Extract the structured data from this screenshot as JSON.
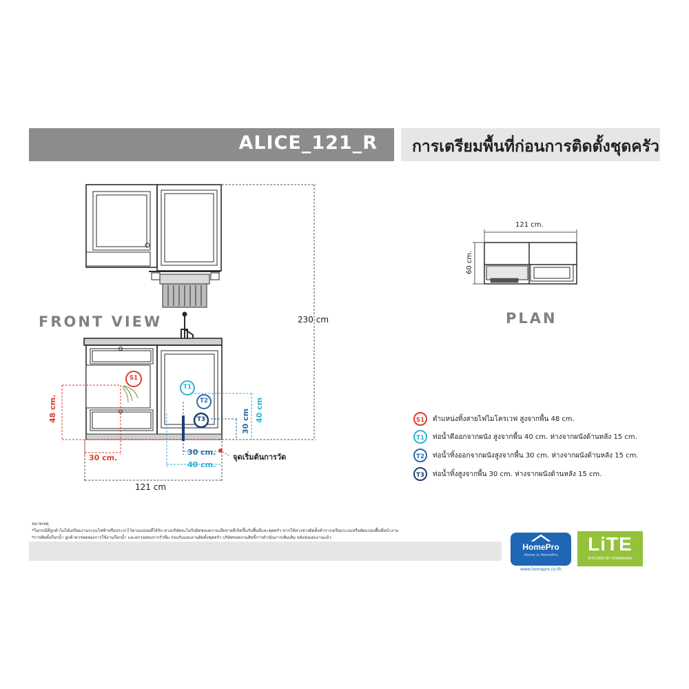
{
  "header": {
    "model": "ALICE_121_R",
    "title": "การเตรียมพื้นที่ก่อนการติดตั้งชุดครัว"
  },
  "front_view": {
    "label": "FRONT VIEW",
    "height_label": "230 cm",
    "width_label": "121  cm",
    "dim_48": "48 cm.",
    "dim_30_left": "30 cm.",
    "dim_30_bottom": "30 cm.",
    "dim_40_bottom": "40 cm.",
    "dim_30_vertical": "30 cm",
    "dim_40_vertical": "40 cm",
    "origin_label": "จุดเริ่มต้นการวัด",
    "markers": {
      "s1": "S1",
      "t1": "T1",
      "t2": "T2",
      "t3": "T3"
    }
  },
  "plan_view": {
    "label": "PLAN",
    "width_label": "121 cm.",
    "depth_label": "60 cm."
  },
  "legend": [
    {
      "code": "S1",
      "color": "#e03a2f",
      "text": "ตำแหน่งทิ้งสายไฟไมโครเวฟ สูงจากพื้น 48 cm."
    },
    {
      "code": "T1",
      "color": "#2bb3d8",
      "text": "ท่อน้ำดีออกจากผนัง สูงจากพื้น 40 cm. ห่างจากผนังด้านหลัง 15 cm."
    },
    {
      "code": "T2",
      "color": "#2a6aa8",
      "text": "ท่อน้ำทิ้งออกจากผนังสูงจากพื้น 30 cm. ห่างจากผนังด้านหลัง 15 cm."
    },
    {
      "code": "T3",
      "color": "#1c3f73",
      "text": "ท่อน้ำทิ้งสูงจากพื้น 30 cm. ห่างจากผนังด้านหลัง 15 cm."
    }
  ],
  "notes": {
    "heading": "หมายเหตุ",
    "line1": "*ในกรณีที่ลูกค้าไม่ได้เตรียมงานระบบไฟฟ้าหรือประปาไว้ตามแปลนที่ได้รับ ทางบริษัทจะไม่รับผิดชอบความเสียหายที่เกิดขึ้นกับพื้นที่และชุดครัว  หากให้ทางช่างติดตั้งทำการเตรียมระบบหรือดัดแปลงพื้นที่หน้างาน",
    "line2": "*การติดตั้งก๊อกน้ำ ลูกค้าควรทดลองการใช้งานก๊อกน้ำ และตรวจสอบการรั่วซึม ก่อนรับมอบงานติดตั้งชุดครัว บริษัทขอสงวนสิทธิ์การดำเนินการเพิ่มเติม หลังส่งมอบงานแล้ว"
  },
  "brand": {
    "homepro_name": "HomePro",
    "homepro_tag": "Home is HomePro",
    "homepro_url": "www.homepro.co.th",
    "lite_name": "LiTE",
    "lite_tag": "KITCHEN BY STARMARK"
  },
  "colors": {
    "header_gray": "#8c8c8c",
    "s1_red": "#e03a2f",
    "t1_cyan": "#2bb3d8",
    "t2_blue": "#2a6aa8",
    "t3_navy": "#1c3f73",
    "homepro_blue": "#1f66b5",
    "lite_green": "#94c23b"
  }
}
